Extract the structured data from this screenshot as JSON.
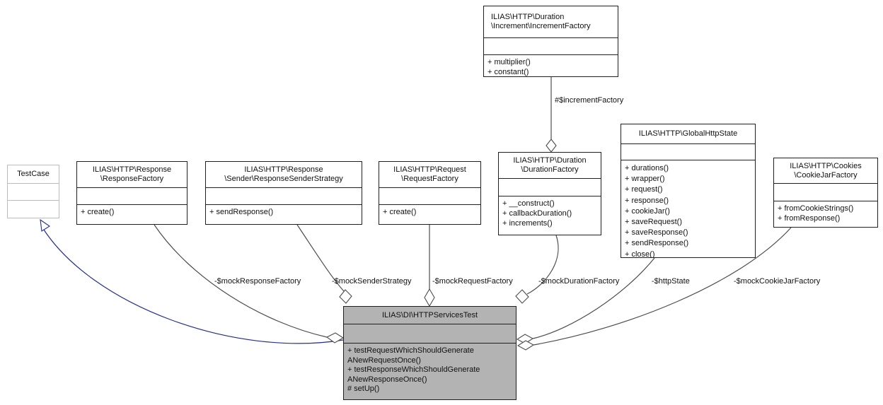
{
  "colors": {
    "background": "#ffffff",
    "node_fill": "#ffffff",
    "focus_node_fill": "#b3b3b3",
    "node_border": "#1f1f1f",
    "muted_node_border": "#bcbcbc",
    "member_edge": "#4c4c4c",
    "inheritance_edge": "#25308f",
    "text": "#111111"
  },
  "classes": {
    "testcase": {
      "title_lines": [
        "TestCase"
      ],
      "methods": []
    },
    "increment_factory": {
      "title_lines": [
        "ILIAS\\HTTP\\Duration",
        "\\Increment\\IncrementFactory"
      ],
      "methods": [
        "+ multiplier()",
        "+ constant()"
      ]
    },
    "response_factory": {
      "title_lines": [
        "ILIAS\\HTTP\\Response",
        "\\ResponseFactory"
      ],
      "methods": [
        "+ create()"
      ]
    },
    "sender_strategy": {
      "title_lines": [
        "ILIAS\\HTTP\\Response",
        "\\Sender\\ResponseSenderStrategy"
      ],
      "methods": [
        "+ sendResponse()"
      ]
    },
    "request_factory": {
      "title_lines": [
        "ILIAS\\HTTP\\Request",
        "\\RequestFactory"
      ],
      "methods": [
        "+ create()"
      ]
    },
    "duration_factory": {
      "title_lines": [
        "ILIAS\\HTTP\\Duration",
        "\\DurationFactory"
      ],
      "methods": [
        "+ __construct()",
        "+ callbackDuration()",
        "+ increments()"
      ]
    },
    "global_http_state": {
      "title_lines": [
        "ILIAS\\HTTP\\GlobalHttpState"
      ],
      "methods": [
        "+ durations()",
        "+ wrapper()",
        "+ request()",
        "+ response()",
        "+ cookieJar()",
        "+ saveRequest()",
        "+ saveResponse()",
        "+ sendResponse()",
        "+ close()"
      ]
    },
    "cookie_jar_factory": {
      "title_lines": [
        "ILIAS\\HTTP\\Cookies",
        "\\CookieJarFactory"
      ],
      "methods": [
        "+ fromCookieStrings()",
        "+ fromResponse()"
      ]
    },
    "http_services_test": {
      "title_lines": [
        "ILIAS\\DI\\HTTPServicesTest"
      ],
      "method_lines": [
        "+ testRequestWhichShouldGenerate",
        "ANewRequestOnce()",
        "+ testResponseWhichShouldGenerate",
        "ANewResponseOnce()",
        "# setUp()"
      ]
    }
  },
  "edge_labels": {
    "increment_factory": "#$incrementFactory",
    "mock_response_factory": "-$mockResponseFactory",
    "mock_sender_strategy": "-$mockSenderStrategy",
    "mock_request_factory": "-$mockRequestFactory",
    "mock_duration_factory": "-$mockDurationFactory",
    "http_state": "-$httpState",
    "mock_cookie_jar_factory": "-$mockCookieJarFactory"
  }
}
